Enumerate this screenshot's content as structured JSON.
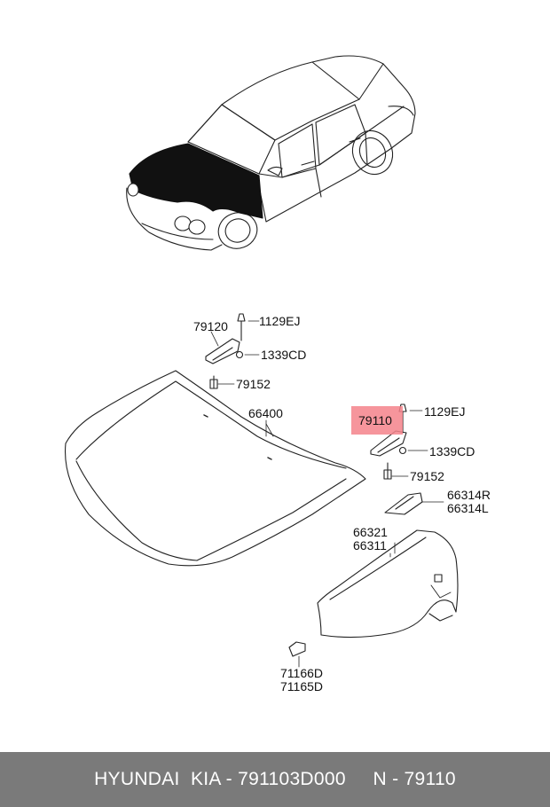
{
  "labels": {
    "hinge_left": "79120",
    "bolt_top_left": "1129EJ",
    "nut_left": "1339CD",
    "pin_left": "79152",
    "hood": "66400",
    "hinge_right": "79110",
    "bolt_top_right": "1129EJ",
    "nut_right": "1339CD",
    "pin_right": "79152",
    "bracket_r": "66314R",
    "bracket_l": "66314L",
    "fender_1": "66321",
    "fender_2": "66311",
    "clip_1": "71166D",
    "clip_2": "71165D"
  },
  "highlight": {
    "part": "79110",
    "color": "#f4838b"
  },
  "footer": {
    "brand": "HYUNDAI  KIA",
    "part_number": "791103D000",
    "ref": "N - 79110"
  },
  "colors": {
    "footer_bg": "#7a7a7a",
    "footer_text": "#ffffff",
    "line": "#222222"
  }
}
